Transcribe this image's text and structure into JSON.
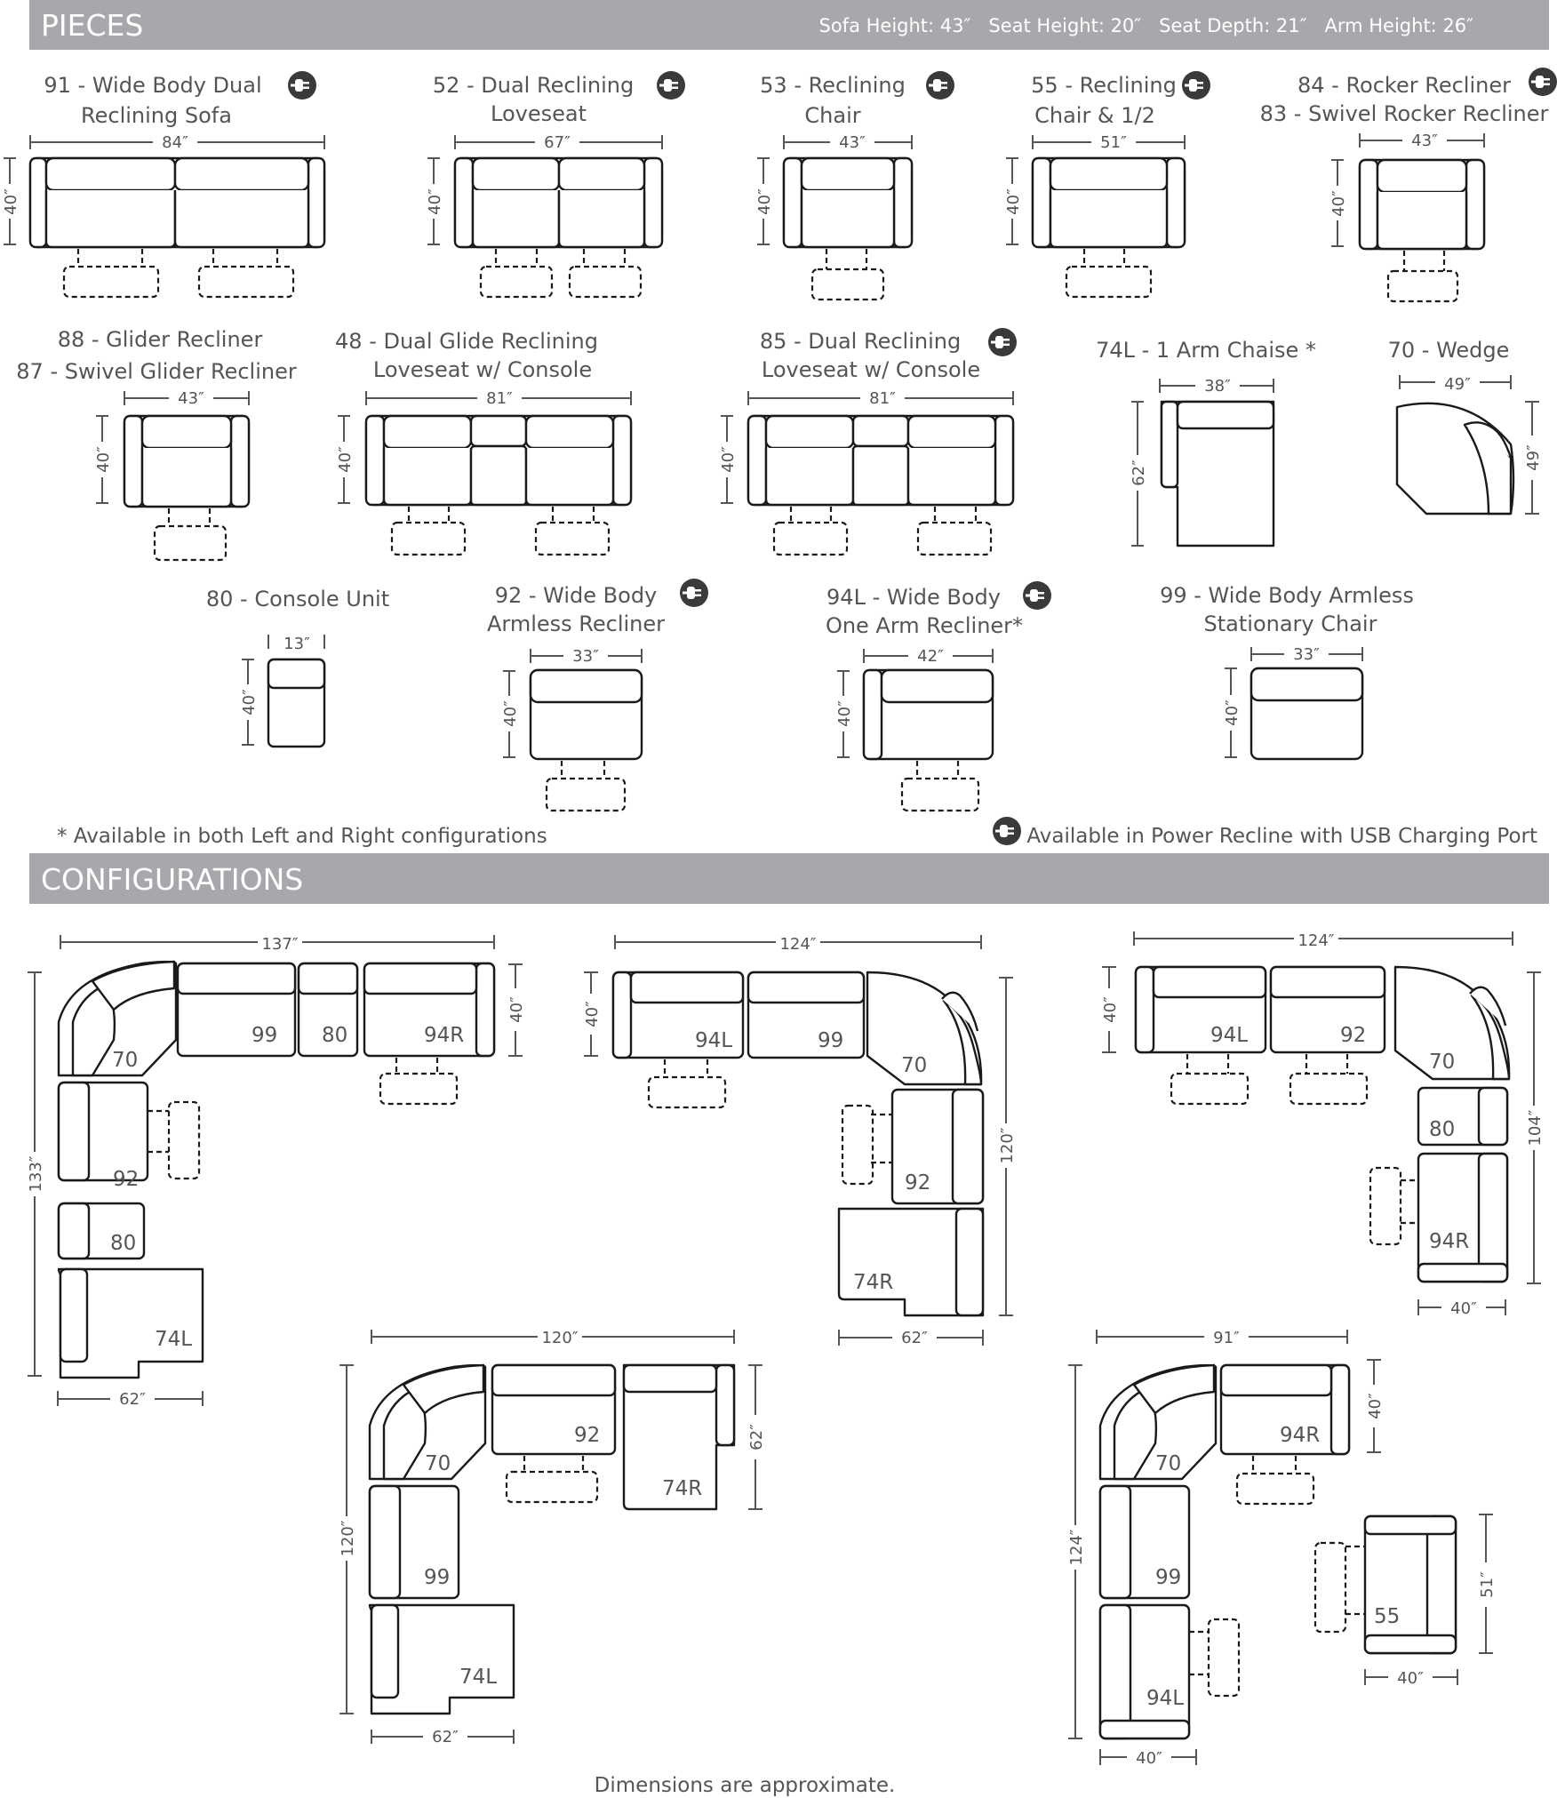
{
  "header": {
    "pieces_title": "PIECES",
    "specs": "Sofa Height: 43″   Seat Height: 20″   Seat Depth: 21″   Arm Height: 26″",
    "configurations_title": "CONFIGURATIONS"
  },
  "pieces": [
    {
      "id": "p91",
      "line1": "91 - Wide Body Dual",
      "line2": "Reclining Sofa",
      "width": "84″",
      "depth": "40″",
      "power": true
    },
    {
      "id": "p52",
      "line1": "52 - Dual Reclining",
      "line2": "Loveseat",
      "width": "67″",
      "depth": "40″",
      "power": true
    },
    {
      "id": "p53",
      "line1": "53 - Reclining",
      "line2": "Chair",
      "width": "43″",
      "depth": "40″",
      "power": true
    },
    {
      "id": "p55",
      "line1": "55 - Reclining",
      "line2": "Chair & 1/2",
      "width": "51″",
      "depth": "40″",
      "power": true
    },
    {
      "id": "p84",
      "line1": "84 - Rocker Recliner",
      "line2": "83 - Swivel Rocker Recliner",
      "width": "43″",
      "depth": "40″",
      "power": true
    },
    {
      "id": "p88",
      "line1": "88 - Glider Recliner",
      "line2": "87 - Swivel Glider Recliner",
      "width": "43″",
      "depth": "40″",
      "power": false
    },
    {
      "id": "p48",
      "line1": "48 - Dual Glide Reclining",
      "line2": "Loveseat w/ Console",
      "width": "81″",
      "depth": "40″",
      "power": false
    },
    {
      "id": "p85",
      "line1": "85 - Dual Reclining",
      "line2": "Loveseat w/ Console",
      "width": "81″",
      "depth": "40″",
      "power": true
    },
    {
      "id": "p74",
      "line1": "74L - 1 Arm Chaise *",
      "line2": "",
      "width": "38″",
      "depth": "62″",
      "power": false
    },
    {
      "id": "p70",
      "line1": "70 - Wedge",
      "line2": "",
      "width": "49″",
      "depth": "49″",
      "power": false
    },
    {
      "id": "p80",
      "line1": "80 - Console Unit",
      "line2": "",
      "width": "13″",
      "depth": "40″",
      "power": false
    },
    {
      "id": "p92",
      "line1": "92 - Wide Body",
      "line2": "Armless Recliner",
      "width": "33″",
      "depth": "40″",
      "power": true
    },
    {
      "id": "p94",
      "line1": "94L - Wide Body",
      "line2": "One Arm Recliner*",
      "width": "42″",
      "depth": "40″",
      "power": true
    },
    {
      "id": "p99",
      "line1": "99 - Wide Body Armless",
      "line2": "Stationary Chair",
      "width": "33″",
      "depth": "40″",
      "power": false
    }
  ],
  "notes": {
    "lr_note": "* Available in both Left and Right configurations",
    "power_note": "Available in Power Recline with USB Charging Port",
    "footer": "Dimensions are approximate."
  },
  "configurations": [
    {
      "id": "c1",
      "top_width": "137″",
      "side_depth": "133″",
      "right_depth": "40″",
      "bottom_width": "62″",
      "labels": [
        "70",
        "99",
        "80",
        "94R",
        "92",
        "80",
        "74L"
      ]
    },
    {
      "id": "c2",
      "top_width": "124″",
      "left_depth": "40″",
      "side_depth": "120″",
      "bottom_width": "62″",
      "labels": [
        "94L",
        "99",
        "70",
        "92",
        "74R"
      ]
    },
    {
      "id": "c3",
      "top_width": "124″",
      "left_depth": "40″",
      "side_depth": "104″",
      "bottom_width": "40″",
      "labels": [
        "94L",
        "92",
        "70",
        "80",
        "94R"
      ]
    },
    {
      "id": "c4",
      "top_width": "120″",
      "side_depth": "120″",
      "right_depth": "62″",
      "bottom_width": "62″",
      "labels": [
        "70",
        "92",
        "74R",
        "99",
        "74L"
      ]
    },
    {
      "id": "c5",
      "top_width": "91″",
      "side_depth": "124″",
      "right_depth": "40″",
      "bottom_width": "40″",
      "chair_depth": "51″",
      "chair_width": "40″",
      "labels": [
        "70",
        "94R",
        "99",
        "94L",
        "55"
      ]
    }
  ]
}
